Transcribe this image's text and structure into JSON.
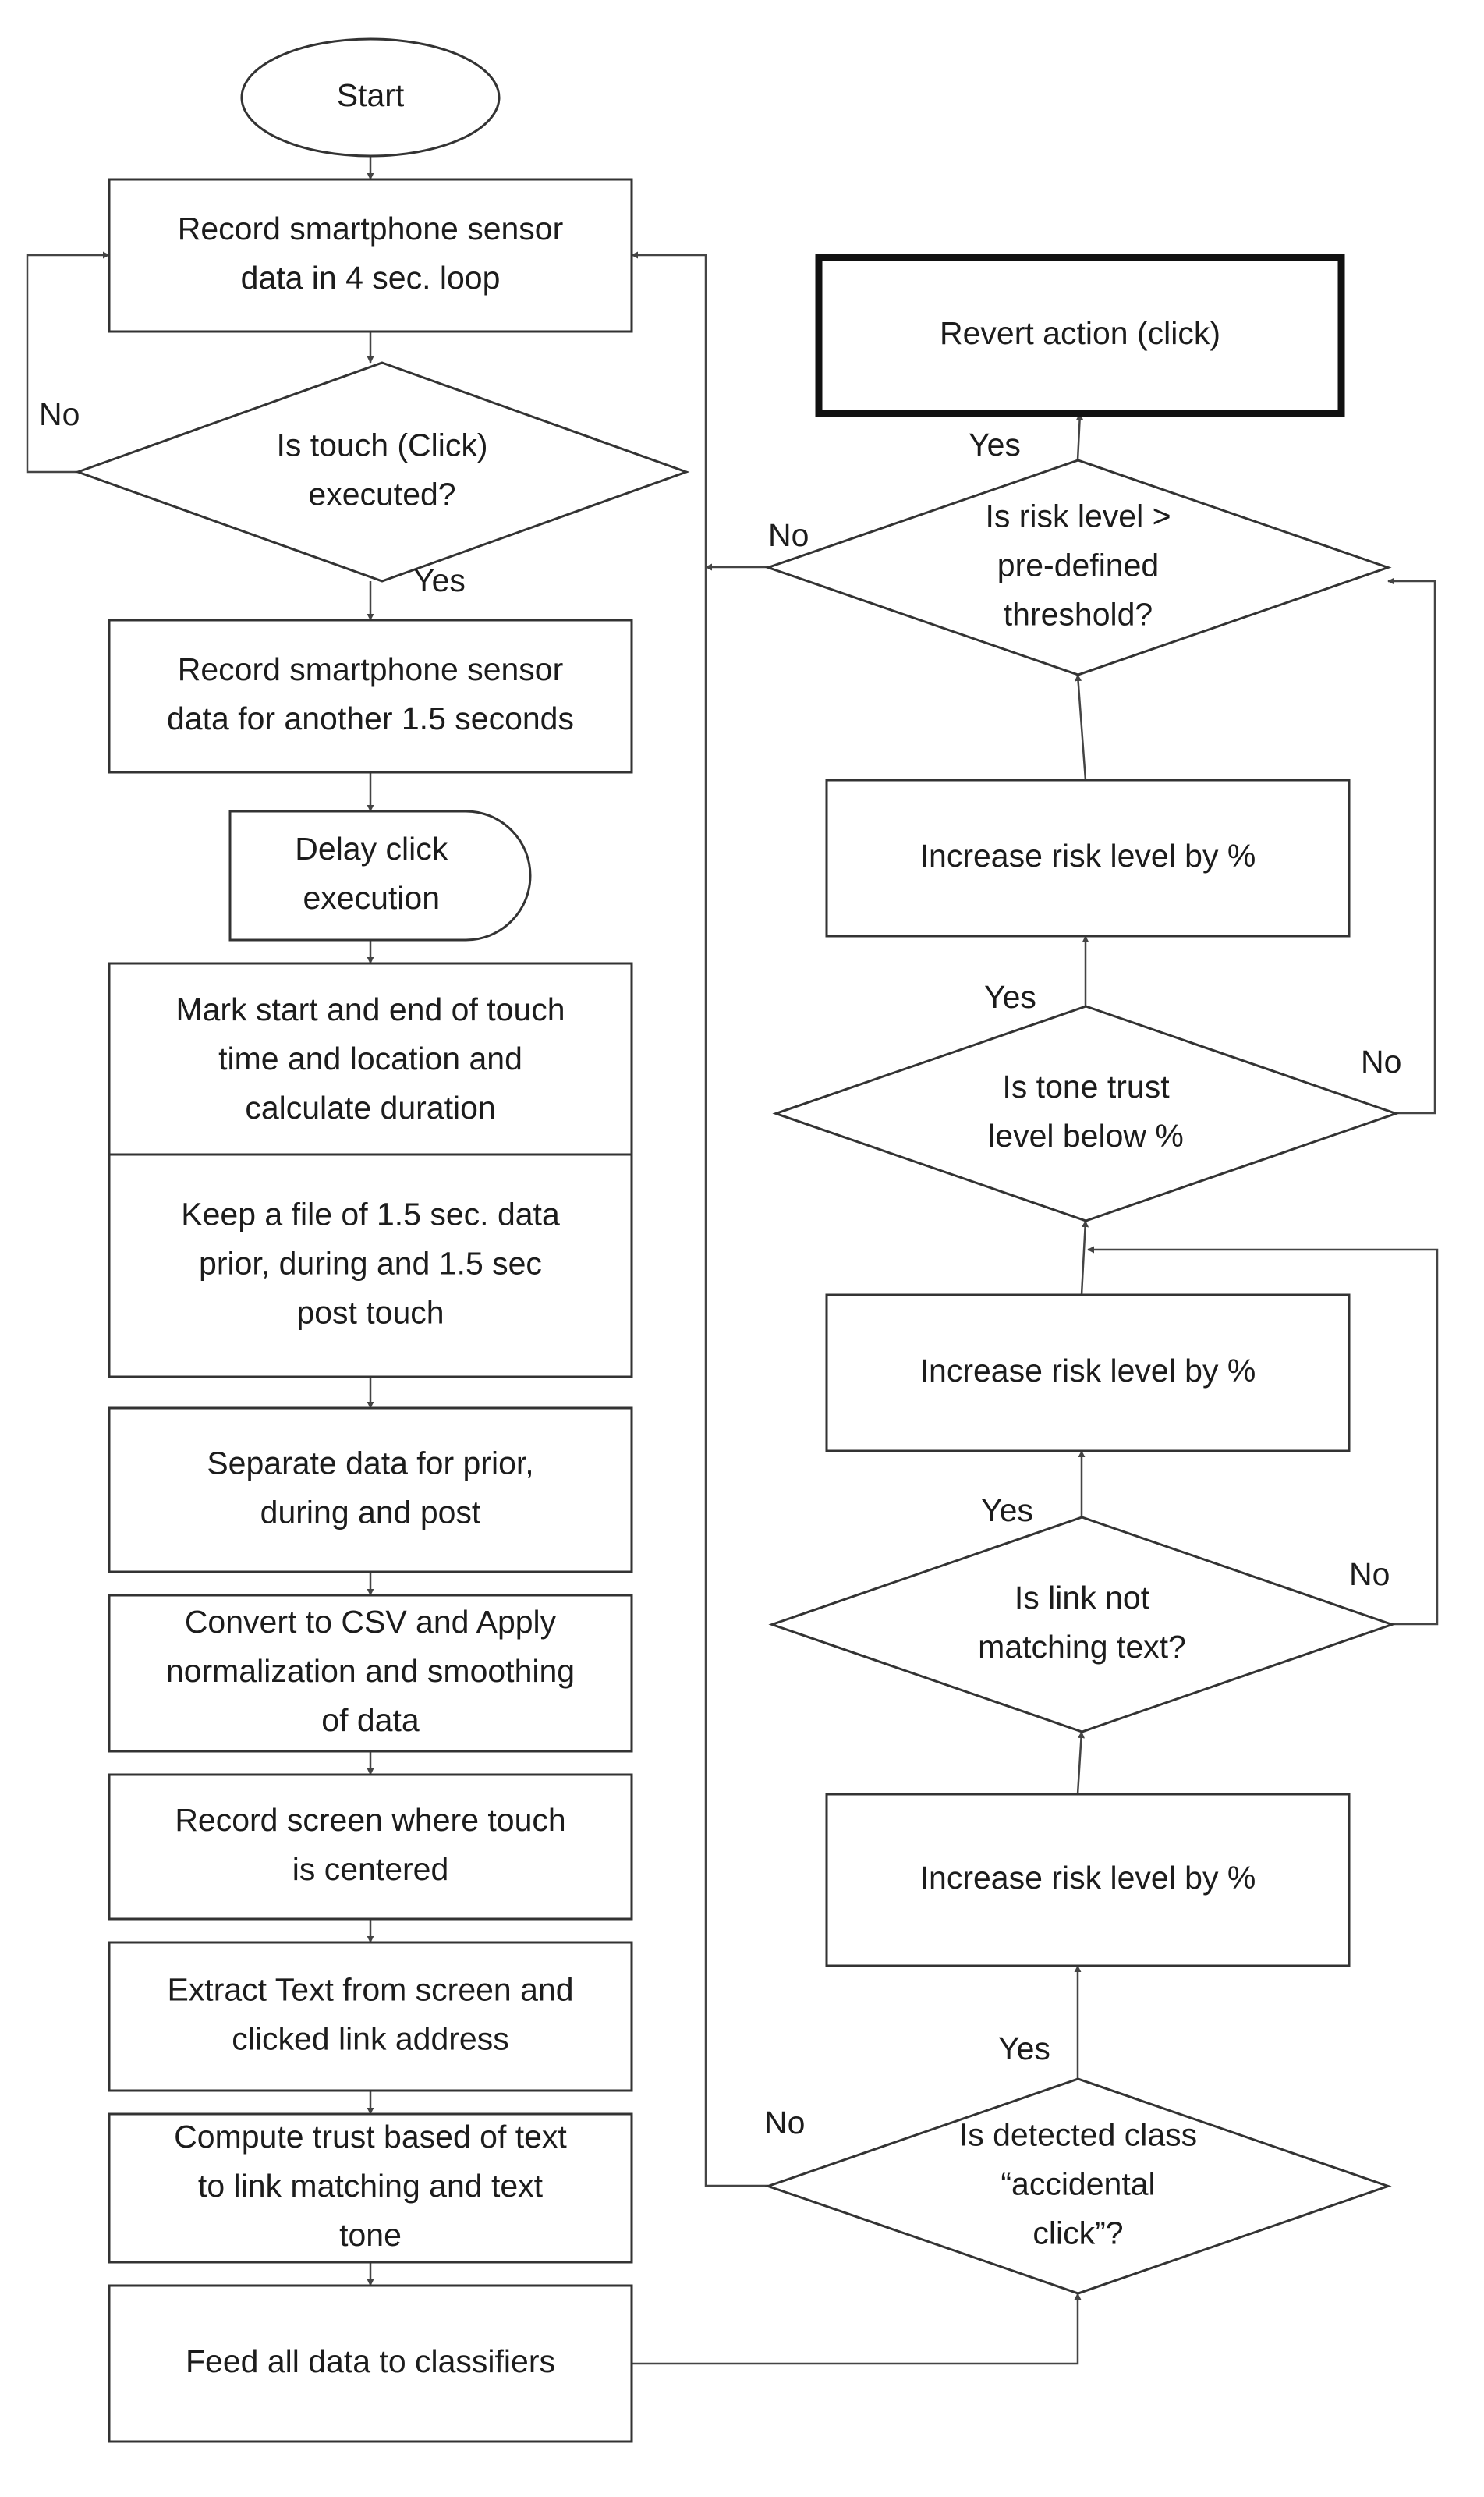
{
  "nodes": {
    "start": {
      "lines": [
        "Start"
      ]
    },
    "record_loop": {
      "lines": [
        "Record smartphone sensor",
        "data in 4 sec. loop"
      ]
    },
    "touch_decision": {
      "lines": [
        "Is touch (Click)",
        "executed?"
      ]
    },
    "record_more": {
      "lines": [
        "Record smartphone sensor",
        "data for another 1.5 seconds"
      ]
    },
    "delay_click": {
      "lines": [
        "Delay click",
        "execution"
      ]
    },
    "mark_touch": {
      "lines": [
        "Mark start and end of touch",
        "time and location and",
        "calculate duration"
      ]
    },
    "keep_file": {
      "lines": [
        "Keep a file of 1.5 sec. data",
        "prior, during and  1.5 sec",
        "post touch"
      ]
    },
    "separate_data": {
      "lines": [
        "Separate data for prior,",
        "during and post"
      ]
    },
    "convert_csv": {
      "lines": [
        "Convert to CSV and Apply",
        "normalization and smoothing",
        "of data"
      ]
    },
    "record_screen": {
      "lines": [
        "Record screen where touch",
        "is centered"
      ]
    },
    "extract_text": {
      "lines": [
        "Extract Text from screen and",
        "clicked link address"
      ]
    },
    "compute_trust": {
      "lines": [
        "Compute trust based of text",
        "to link matching and text",
        "tone"
      ]
    },
    "feed_classifiers": {
      "lines": [
        "Feed all data to classifiers"
      ]
    },
    "accidental_decision": {
      "lines": [
        "Is detected class",
        "“accidental",
        "click”?"
      ]
    },
    "increase_risk_1": {
      "lines": [
        "Increase risk level by %"
      ]
    },
    "link_decision": {
      "lines": [
        "Is link not",
        "matching text?"
      ]
    },
    "increase_risk_2": {
      "lines": [
        "Increase risk level by %"
      ]
    },
    "tone_decision": {
      "lines": [
        "Is tone trust",
        "level below %"
      ]
    },
    "increase_risk_3": {
      "lines": [
        "Increase risk level by %"
      ]
    },
    "risk_decision": {
      "lines": [
        "Is risk level >",
        "pre-defined",
        "threshold?"
      ]
    },
    "revert_action": {
      "lines": [
        "Revert action (click)"
      ]
    }
  },
  "edge_labels": {
    "touch_no": "No",
    "touch_yes": "Yes",
    "accidental_no": "No",
    "accidental_yes": "Yes",
    "link_yes": "Yes",
    "link_no": "No",
    "tone_yes": "Yes",
    "tone_no": "No",
    "risk_yes": "Yes",
    "risk_no": "No"
  }
}
